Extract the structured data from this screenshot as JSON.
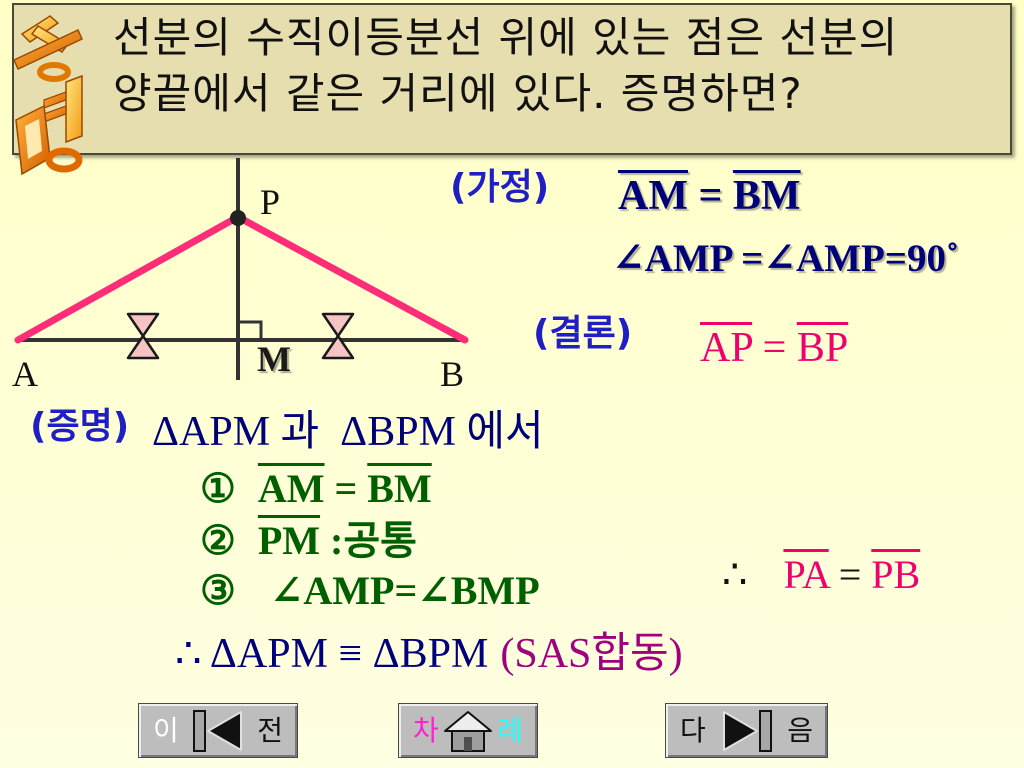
{
  "slide": {
    "logo": {
      "text": "증명"
    },
    "title": {
      "line1": "선분의 수직이등분선 위에 있는 점은 선분의",
      "line2": "양끝에서 같은 거리에 있다. 증명하면?"
    }
  },
  "diagram": {
    "point_labels": {
      "p": "P",
      "a": "A",
      "b": "B",
      "m": "M"
    }
  },
  "hypothesis": {
    "label": "(가정)",
    "segments": {
      "left": "AM",
      "op": " = ",
      "right": "BM"
    },
    "angles": "∠AMP =∠AMP=90˚"
  },
  "conclusion": {
    "label": "(결론)",
    "left": "AP",
    "op": " = ",
    "right": "BP"
  },
  "proof": {
    "label": "(증명)",
    "intro": "ΔAPM 과  ΔBPM 에서",
    "steps": [
      {
        "marker": "①",
        "left": "AM",
        "op": " = ",
        "right": "BM"
      },
      {
        "marker": "②",
        "left": "PM",
        "rest": " :공통"
      },
      {
        "marker": "③",
        "text": "∠AMP=∠BMP"
      }
    ],
    "result": {
      "symbol": "∴",
      "left": "PA",
      "op": " = ",
      "right": "PB"
    },
    "congruence": {
      "statement": "∴ ΔAPM ≡ ΔBPM",
      "reason": "(SAS합동)"
    }
  },
  "navigation": {
    "prev": {
      "left": "이",
      "right": "전",
      "icon": "left-arrow-icon"
    },
    "toc": {
      "left": "차",
      "right": "례",
      "icon": "home-icon"
    },
    "next": {
      "left": "다",
      "right": "음",
      "icon": "right-arrow-icon"
    }
  },
  "colors": {
    "background": "#FFFFCC",
    "title_box": "#E7DEB0",
    "label_blue": "#1F1FC4",
    "navy": "#00007A",
    "green": "#006000",
    "pink": "#F0006E",
    "magenta": "#A0007E",
    "diagram_pink": "#FF2D78",
    "button_gray": "#BDBDBD",
    "toc_left_text": "#FF22CC",
    "toc_right_text": "#22FFFF"
  }
}
